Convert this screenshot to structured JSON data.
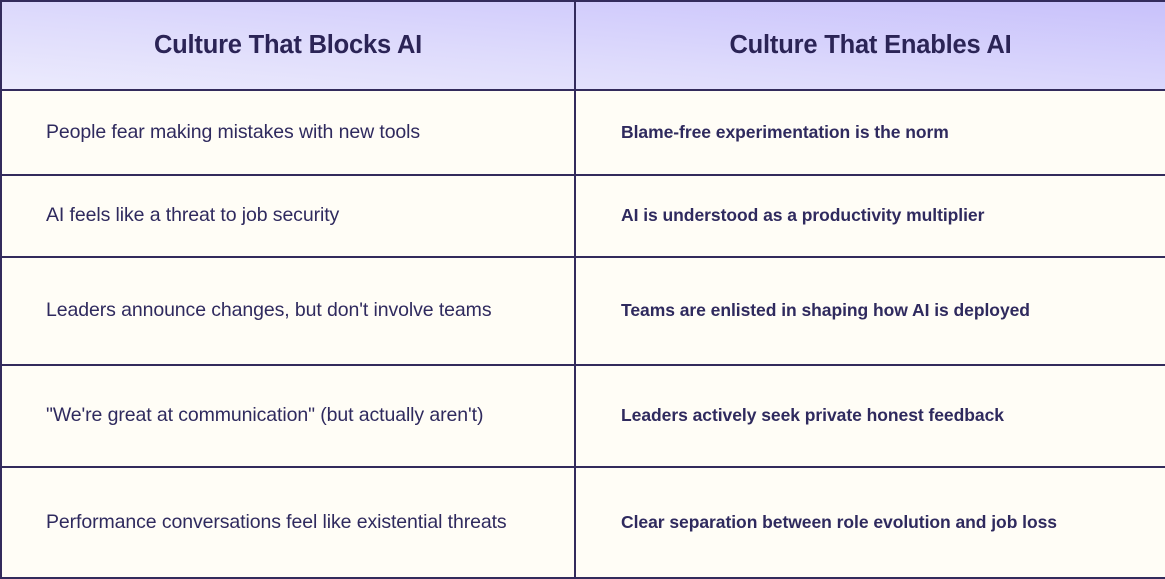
{
  "table": {
    "columns": [
      {
        "id": "blocks",
        "header": "Culture That Blocks AI"
      },
      {
        "id": "enables",
        "header": "Culture That Enables AI"
      }
    ],
    "rows": [
      {
        "blocks": "People fear making mistakes with new tools",
        "enables": "Blame-free experimentation is the norm"
      },
      {
        "blocks": "AI feels like a threat to job security",
        "enables": "AI is understood as a productivity multiplier"
      },
      {
        "blocks": "Leaders announce changes, but don't involve teams",
        "enables": "Teams are enlisted in shaping how AI is deployed"
      },
      {
        "blocks": "\"We're great at communication\" (but actually aren't)",
        "enables": "Leaders actively seek private honest feedback"
      },
      {
        "blocks": "Performance conversations feel like existential threats",
        "enables": "Clear separation between role evolution and job loss"
      }
    ]
  },
  "colors": {
    "border": "#332b5c",
    "text": "#2f2a5e",
    "header_text": "#2b2456",
    "cell_background": "#fffdf6",
    "header_gradient_light": "#ecebfd",
    "header_gradient_dark": "#c8c1fb"
  }
}
